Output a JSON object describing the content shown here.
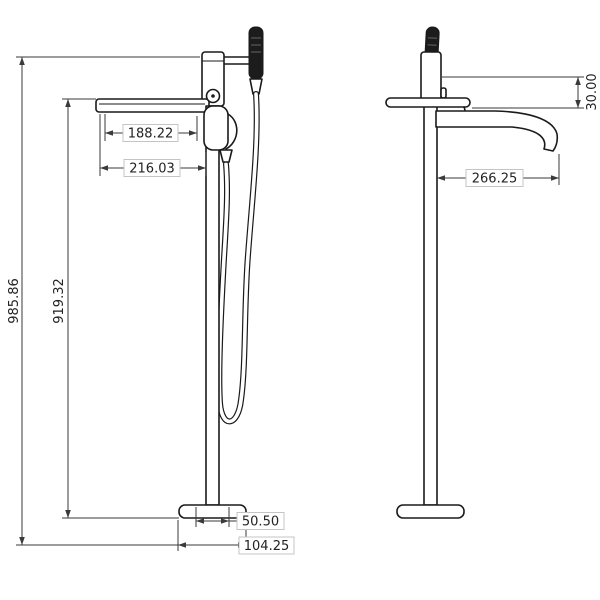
{
  "colors": {
    "background": "#ffffff",
    "fixture_line": "#1a1a1a",
    "dimension_line": "#3a3a3a",
    "label_text": "#222222",
    "handle_fill": "#1c1c1c"
  },
  "dims": {
    "overall_height": "985.86",
    "spout_height": "919.32",
    "spout_width_inner": "188.22",
    "spout_width_outer": "216.03",
    "riser_diameter": "50.50",
    "base_diameter": "104.25",
    "spout_drop": "30.00",
    "spout_reach": "266.25"
  }
}
